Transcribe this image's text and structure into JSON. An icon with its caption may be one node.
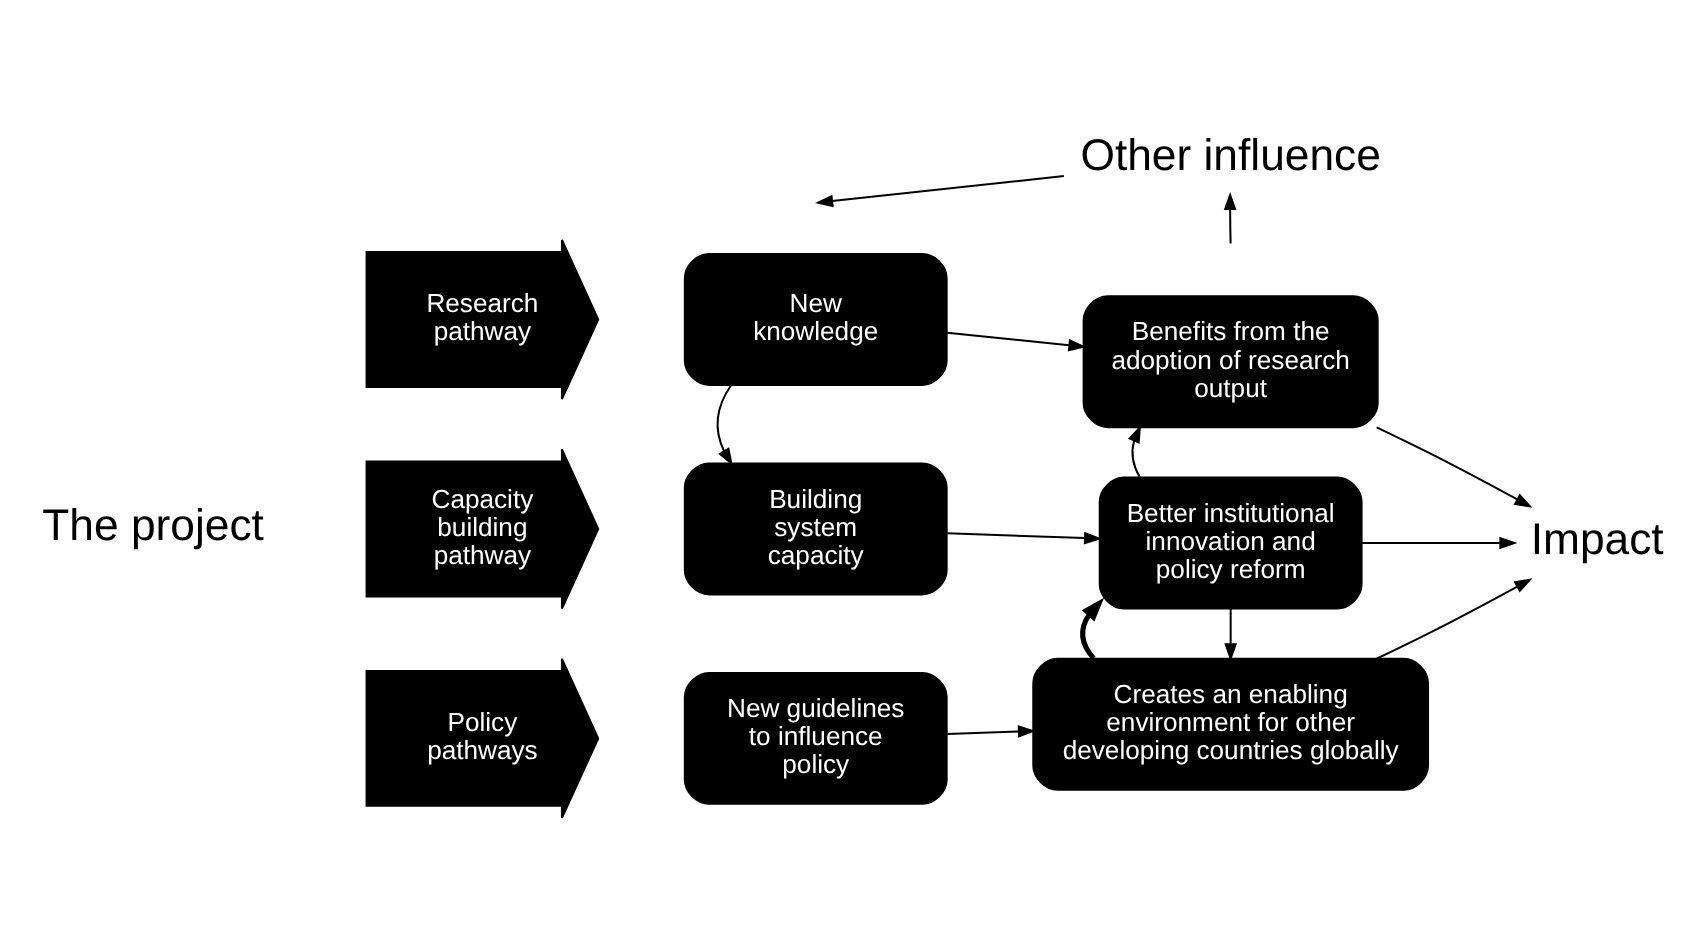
{
  "diagram": {
    "nodes": [
      {
        "text": [
          "The project"
        ]
      },
      {
        "text": [
          "Research pathway"
        ]
      },
      {
        "text": [
          "Capacity building pathway"
        ]
      },
      {
        "text": [
          "Policy pathways"
        ]
      },
      {
        "text": [
          "New knowledge"
        ]
      },
      {
        "text": [
          "Benefits from the adoption of research output"
        ]
      },
      {
        "text": [
          "Building system capacity"
        ]
      },
      {
        "text": [
          "Better institutional innovation and policy reform"
        ]
      },
      {
        "text": [
          "New guidelines to influence policy"
        ]
      },
      {
        "text": [
          "Creates an enabling environment for other developing countries globally"
        ]
      },
      {
        "text": [
          "Other influence"
        ]
      },
      {
        "text": [
          "Impact"
        ]
      }
    ],
    "edges": [
      {
        "from": 10,
        "to": null,
        "arrow": "to"
      },
      {
        "from": null,
        "to": 10,
        "arrow": "to"
      },
      {
        "from": 4,
        "to": 5,
        "arrow": "to"
      },
      {
        "from": 4,
        "to": 6,
        "arrow": "to"
      },
      {
        "from": 6,
        "to": 7,
        "arrow": "to"
      },
      {
        "from": 7,
        "to": 5,
        "arrow": "to"
      },
      {
        "from": 8,
        "to": 9,
        "arrow": "to"
      },
      {
        "from": 7,
        "to": 9,
        "arrow": "to"
      },
      {
        "from": 9,
        "to": 7,
        "arrow": "to",
        "style": "thick"
      },
      {
        "from": 5,
        "to": 11,
        "arrow": "to"
      },
      {
        "from": 7,
        "to": 11,
        "arrow": "to"
      },
      {
        "from": 9,
        "to": 11,
        "arrow": "to"
      }
    ]
  }
}
